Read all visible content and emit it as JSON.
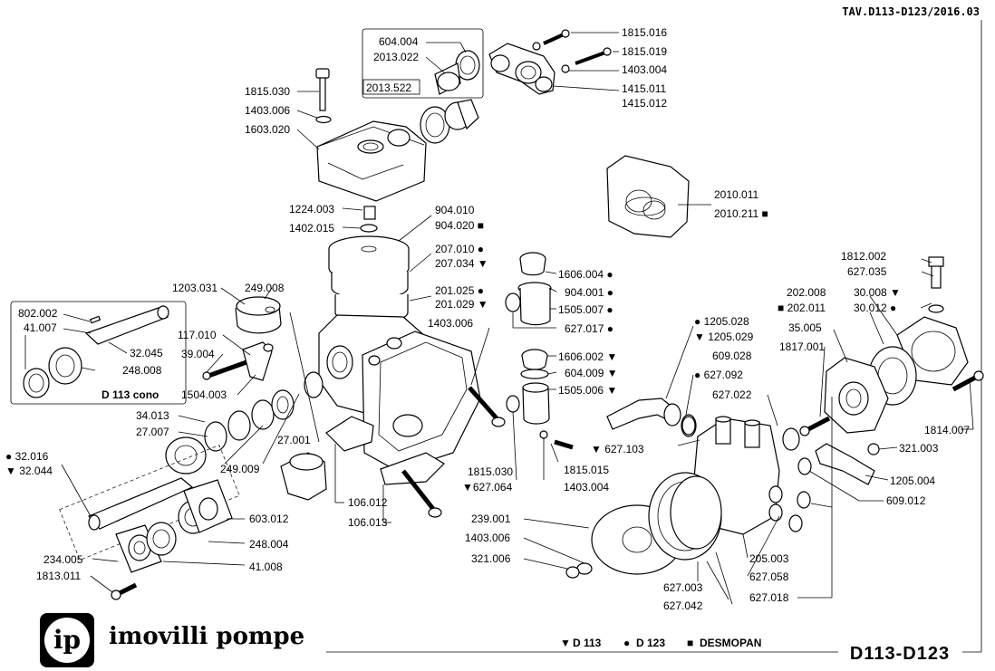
{
  "header": {
    "table_code": "TAV.D113-D123/2016.03"
  },
  "footer": {
    "brand_logo": "ip",
    "brand_name": "imovilli pompe",
    "model_title": "D113-D123",
    "legend": [
      {
        "symbol": "▼",
        "label": "D 113"
      },
      {
        "symbol": "●",
        "label": "D 123"
      },
      {
        "symbol": "■",
        "label": "DESMOPAN"
      }
    ]
  },
  "inset_box": {
    "title": "D 113 cono"
  },
  "callouts": {
    "c604_004_top": "604.004",
    "c2013_022": "2013.022",
    "c2013_522": "2013.522",
    "c1815_016": "1815.016",
    "c1815_019": "1815.019",
    "c1403_004_top": "1403.004",
    "c1415_011": "1415.011",
    "c1415_012": "1415.012",
    "c1815_030_top": "1815.030",
    "c1403_006_top": "1403.006",
    "c1603_020": "1603.020",
    "c2010_011": "2010.011",
    "c2010_211": "2010.211 ■",
    "c1224_003": "1224.003",
    "c1402_015": "1402.015",
    "c904_010": "904.010",
    "c904_020": "904.020 ■",
    "c207_010": "207.010 ●",
    "c207_034": "207.034 ▼",
    "c201_025": "201.025 ●",
    "c201_029": "201.029 ▼",
    "c1403_006_mid": "1403.006",
    "c1606_004": "1606.004 ●",
    "c904_001": "904.001 ●",
    "c1505_007": "1505.007 ●",
    "c627_017": "627.017 ●",
    "c1606_002": "1606.002 ▼",
    "c604_009": "604.009 ▼",
    "c1505_006": "1505.006 ▼",
    "c1812_002": "1812.002",
    "c627_035": "627.035",
    "c202_008": "202.008",
    "c202_011": "■ 202.011",
    "c30_008": "30.008 ▼",
    "c30_012": "30.012 ●",
    "c35_005": "35.005",
    "c1817_001": "1817.001",
    "c1205_028": "● 1205.028",
    "c1205_029": "▼ 1205.029",
    "c609_028": "609.028",
    "c627_092": "● 627.092",
    "c627_022": "627.022",
    "c1814_007": "1814.007",
    "c321_003": "321.003",
    "c627_103": "▼ 627.103",
    "c1205_004": "1205.004",
    "c609_012": "609.012",
    "c1203_031": "1203.031",
    "c249_008": "249.008",
    "c802_002": "802.002",
    "c41_007": "41.007",
    "c32_045": "32.045",
    "c248_008": "248.008",
    "c117_010": "117.010",
    "c39_004": "39.004",
    "c1504_003": "1504.003",
    "c34_013": "34.013",
    "c27_007": "27.007",
    "c27_001": "27.001",
    "c249_009": "249.009",
    "c32_016": "● 32.016",
    "c32_044": "▼ 32.044",
    "c1815_030_low": "1815.030",
    "c627_064": "▼627.064",
    "c1815_015": "1815.015",
    "c1403_004_low": "1403.004",
    "c106_012": "106.012",
    "c106_013": "106.013",
    "c603_012": "603.012",
    "c248_004": "248.004",
    "c234_005": "234.005",
    "c1813_011": "1813.011",
    "c41_008": "41.008",
    "c239_001": "239.001",
    "c1403_006_low": "1403.006",
    "c321_006": "321.006",
    "c205_003": "205.003",
    "c627_058": "627.058",
    "c627_018": "627.018",
    "c627_003": "627.003",
    "c627_042": "627.042"
  }
}
